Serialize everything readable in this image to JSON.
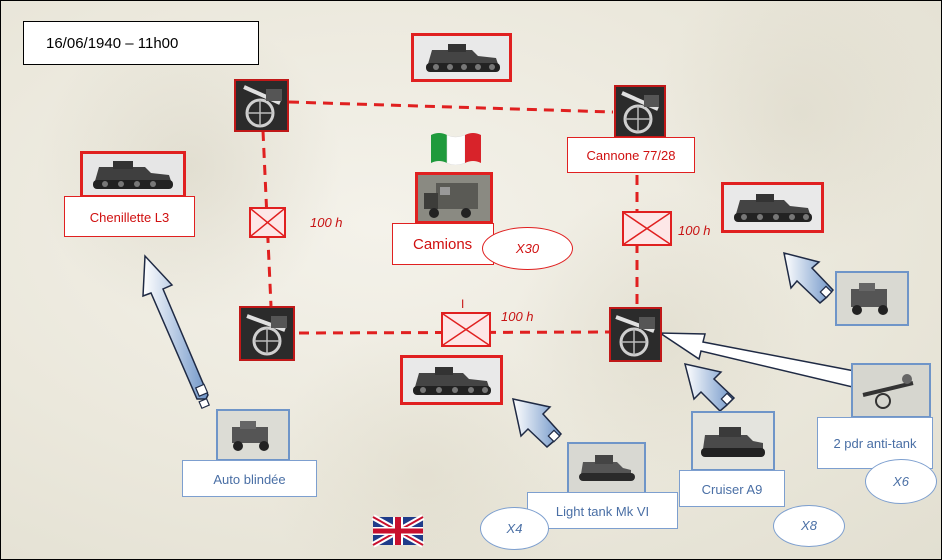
{
  "header": {
    "datetime": "16/06/1940 – 11h00"
  },
  "italian": {
    "units": {
      "cannone": "Cannone 77/28",
      "chenillette": "Chenillette L3",
      "camions": "Camions",
      "camions_count": "X30"
    },
    "distance_labels": {
      "left": "100 h",
      "right": "100 h",
      "bottom": "100 h"
    },
    "hq_marker": "I"
  },
  "british": {
    "units": {
      "auto_blindee": "Auto blindée",
      "light_tank": "Light tank Mk VI",
      "light_tank_count": "X4",
      "cruiser": "Cruiser A9",
      "cruiser_count": "X8",
      "antitank": "2 pdr anti-tank",
      "antitank_count": "X6"
    }
  },
  "colors": {
    "italian": "#e02020",
    "british": "#6f95c8"
  },
  "icons": [
    "tank-icon",
    "artillery-icon",
    "truck-icon",
    "infantry-hq-icon",
    "italian-flag-icon",
    "union-jack-icon",
    "armored-car-icon",
    "attack-arrow-icon"
  ]
}
